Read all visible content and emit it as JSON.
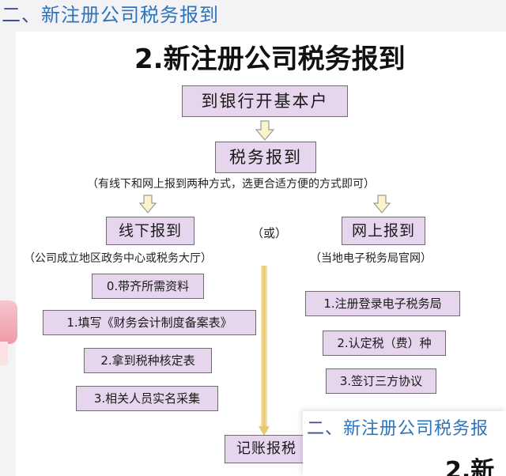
{
  "header": {
    "number": "二、",
    "text": "新注册公司税务报到"
  },
  "diagram": {
    "title": "2.新注册公司税务报到",
    "step_bank": "到银行开基本户",
    "step_tax": "税务报到",
    "tax_note": "（有线下和网上报到两种方式，选更合适方便的方式即可）",
    "offline": {
      "label": "线下报到",
      "note": "（公司成立地区政务中心或税务大厅）",
      "steps": [
        "0.带齐所需资料",
        "1.填写《财务会计制度备案表》",
        "2.拿到税种核定表",
        "3.相关人员实名采集"
      ]
    },
    "or_label": "（或）",
    "online": {
      "label": "网上报到",
      "note": "（当地电子税务局官网）",
      "steps": [
        "1.注册登录电子税务局",
        "2.认定税（费）种",
        "3.签订三方协议"
      ]
    },
    "final_step": "记账报税"
  },
  "overlay": {
    "number": "二、",
    "text": "新注册公司税务报",
    "title_fragment": "2.新"
  },
  "colors": {
    "box_fill": "#e7d5ee",
    "heading_blue": "#2d74bf",
    "arrow_fill": "#fbf3c9"
  }
}
